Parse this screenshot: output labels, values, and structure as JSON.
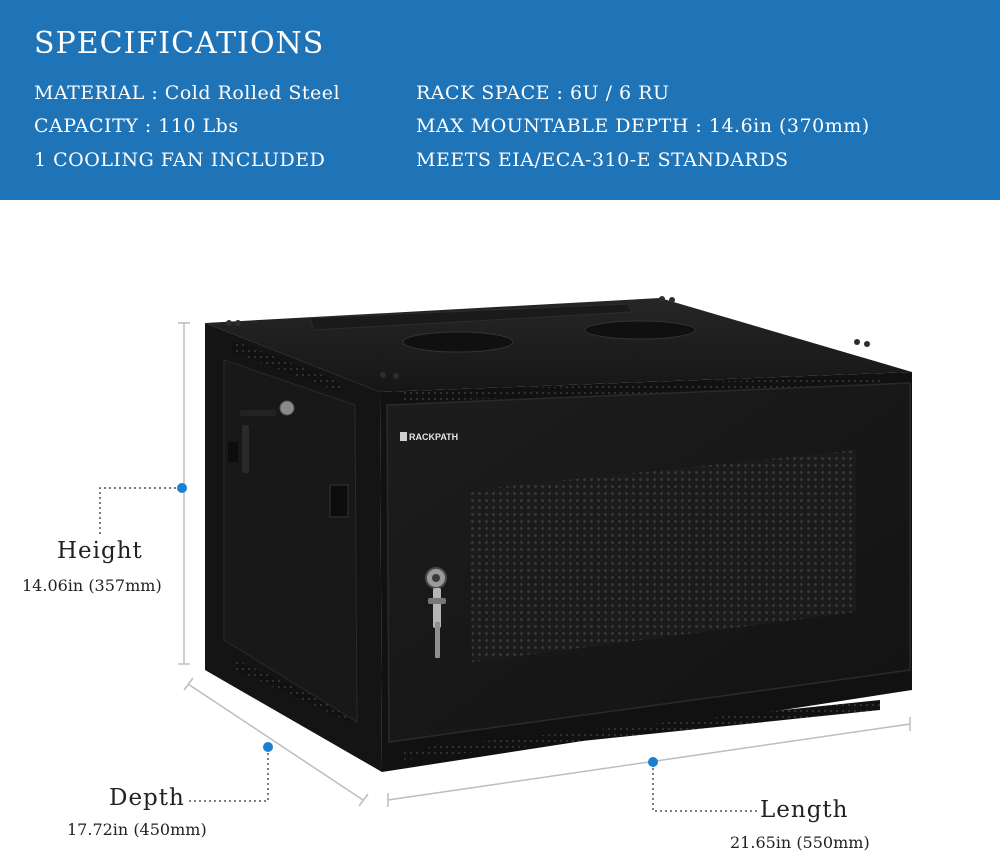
{
  "banner": {
    "title": "SPECIFICATIONS",
    "background": "#1f73b7",
    "specs_left": [
      "MATERIAL  :  Cold Rolled Steel",
      "CAPACITY   :  110 Lbs",
      "1 COOLING FAN INCLUDED"
    ],
    "specs_right": [
      "RACK SPACE  :   6U / 6 RU",
      "MAX MOUNTABLE DEPTH :  14.6in (370mm)",
      "MEETS EIA/ECA-310-E STANDARDS"
    ]
  },
  "product": {
    "brand": "RACKPATH",
    "image_alt": "Black wall mount server rack cabinet with perforated locking front door",
    "body_color": "#151515",
    "accent_dot_color": "#1a7fd1"
  },
  "dimensions": {
    "height": {
      "label": "Height",
      "value": "14.06in (357mm)"
    },
    "depth": {
      "label": "Depth",
      "value": "17.72in (450mm)"
    },
    "length": {
      "label": "Length",
      "value": "21.65in (550mm)"
    }
  }
}
